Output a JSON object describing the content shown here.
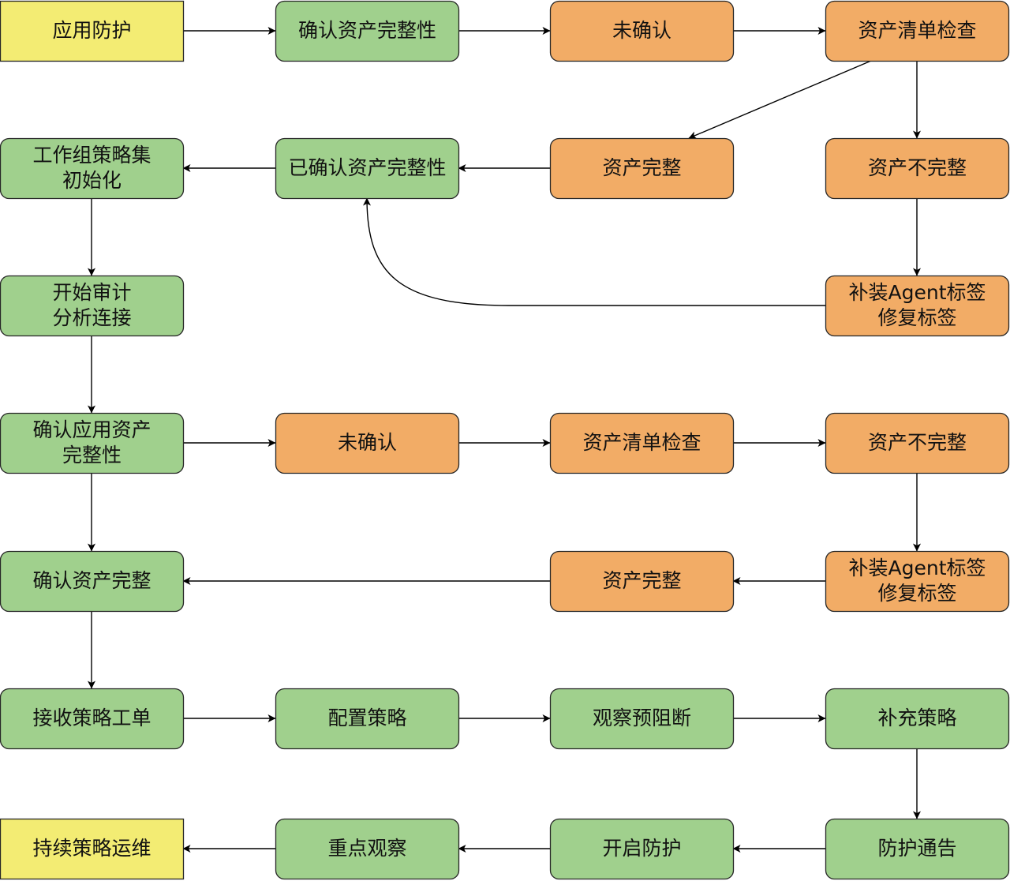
{
  "colors": {
    "yellow": "#f3ec73",
    "green": "#a0d08d",
    "orange": "#f2ac66",
    "stroke": "#262626",
    "arrow": "#000000"
  },
  "nodes": [
    {
      "id": "n1",
      "lines": [
        "应用防护"
      ],
      "color": "yellow",
      "shape": "rect"
    },
    {
      "id": "n2",
      "lines": [
        "确认资产完整性"
      ],
      "color": "green"
    },
    {
      "id": "n3",
      "lines": [
        "未确认"
      ],
      "color": "orange"
    },
    {
      "id": "n4",
      "lines": [
        "资产清单检查"
      ],
      "color": "orange"
    },
    {
      "id": "n5",
      "lines": [
        "工作组策略集",
        "初始化"
      ],
      "color": "green"
    },
    {
      "id": "n6",
      "lines": [
        "已确认资产完整性"
      ],
      "color": "green"
    },
    {
      "id": "n7",
      "lines": [
        "资产完整"
      ],
      "color": "orange"
    },
    {
      "id": "n8",
      "lines": [
        "资产不完整"
      ],
      "color": "orange"
    },
    {
      "id": "n9",
      "lines": [
        "开始审计",
        "分析连接"
      ],
      "color": "green"
    },
    {
      "id": "n10",
      "lines": [
        "补装Agent标签",
        "修复标签"
      ],
      "color": "orange"
    },
    {
      "id": "n11",
      "lines": [
        "确认应用资产",
        "完整性"
      ],
      "color": "green"
    },
    {
      "id": "n12",
      "lines": [
        "未确认"
      ],
      "color": "orange"
    },
    {
      "id": "n13",
      "lines": [
        "资产清单检查"
      ],
      "color": "orange"
    },
    {
      "id": "n14",
      "lines": [
        "资产不完整"
      ],
      "color": "orange"
    },
    {
      "id": "n15",
      "lines": [
        "确认资产完整"
      ],
      "color": "green"
    },
    {
      "id": "n16",
      "lines": [
        "资产完整"
      ],
      "color": "orange"
    },
    {
      "id": "n17",
      "lines": [
        "补装Agent标签",
        "修复标签"
      ],
      "color": "orange"
    },
    {
      "id": "n18",
      "lines": [
        "接收策略工单"
      ],
      "color": "green"
    },
    {
      "id": "n19",
      "lines": [
        "配置策略"
      ],
      "color": "green"
    },
    {
      "id": "n20",
      "lines": [
        "观察预阻断"
      ],
      "color": "green"
    },
    {
      "id": "n21",
      "lines": [
        "补充策略"
      ],
      "color": "green"
    },
    {
      "id": "n22",
      "lines": [
        "持续策略运维"
      ],
      "color": "yellow",
      "shape": "rect"
    },
    {
      "id": "n23",
      "lines": [
        "重点观察"
      ],
      "color": "green"
    },
    {
      "id": "n24",
      "lines": [
        "开启防护"
      ],
      "color": "green"
    },
    {
      "id": "n25",
      "lines": [
        "防护通告"
      ],
      "color": "green"
    }
  ],
  "edges": [
    {
      "from": "n1",
      "to": "n2"
    },
    {
      "from": "n2",
      "to": "n3"
    },
    {
      "from": "n3",
      "to": "n4"
    },
    {
      "from": "n4",
      "to": "n7"
    },
    {
      "from": "n4",
      "to": "n8"
    },
    {
      "from": "n7",
      "to": "n6"
    },
    {
      "from": "n6",
      "to": "n5"
    },
    {
      "from": "n8",
      "to": "n10"
    },
    {
      "from": "n10",
      "to": "n6",
      "style": "curved"
    },
    {
      "from": "n5",
      "to": "n9"
    },
    {
      "from": "n9",
      "to": "n11"
    },
    {
      "from": "n11",
      "to": "n12"
    },
    {
      "from": "n12",
      "to": "n13"
    },
    {
      "from": "n13",
      "to": "n14"
    },
    {
      "from": "n14",
      "to": "n17"
    },
    {
      "from": "n17",
      "to": "n16"
    },
    {
      "from": "n16",
      "to": "n15"
    },
    {
      "from": "n11",
      "to": "n15"
    },
    {
      "from": "n15",
      "to": "n18"
    },
    {
      "from": "n18",
      "to": "n19"
    },
    {
      "from": "n19",
      "to": "n20"
    },
    {
      "from": "n20",
      "to": "n21"
    },
    {
      "from": "n21",
      "to": "n25"
    },
    {
      "from": "n25",
      "to": "n24"
    },
    {
      "from": "n24",
      "to": "n23"
    },
    {
      "from": "n23",
      "to": "n22"
    }
  ]
}
